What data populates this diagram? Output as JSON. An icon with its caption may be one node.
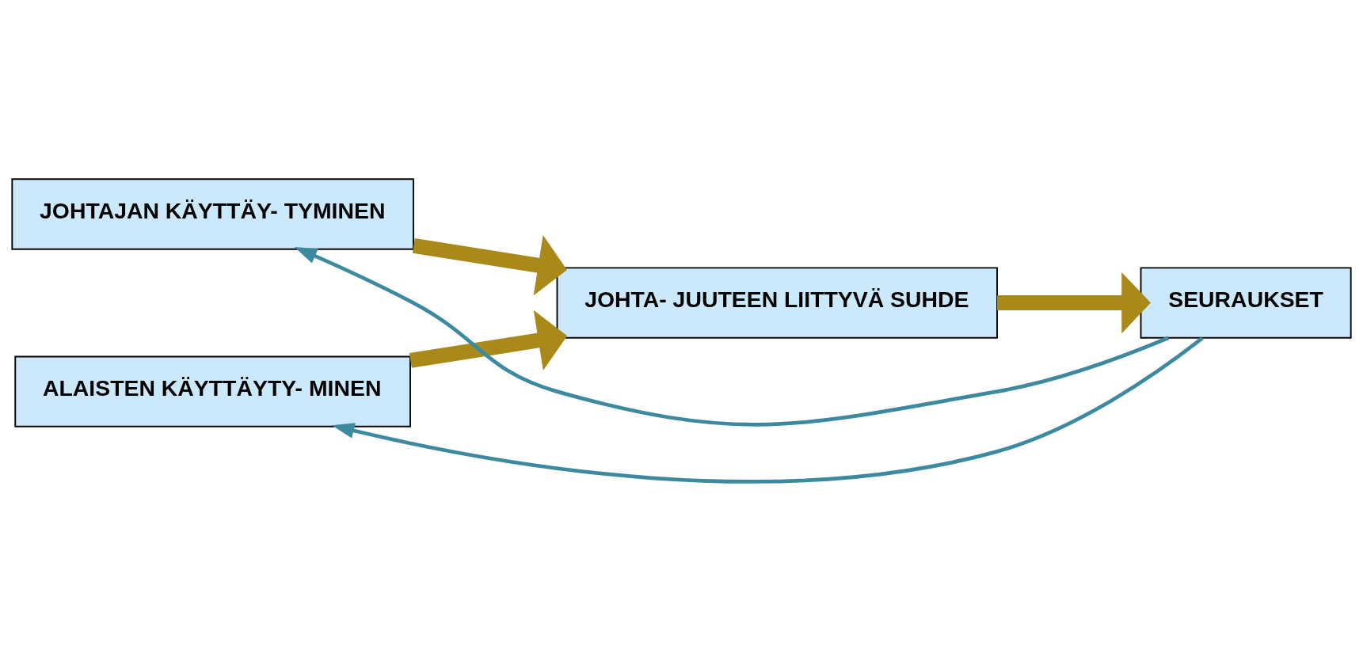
{
  "diagram": {
    "nodes": [
      {
        "text": [
          "JOHTAJAN KÄYTTÄY- TYMINEN"
        ]
      },
      {
        "text": [
          "JOHTA- JUUTEEN LIITTYVÄ SUHDE"
        ]
      },
      {
        "text": [
          "ALAISTEN KÄYTTÄYTY- MINEN"
        ]
      },
      {
        "text": [
          "SEURAUKSET"
        ]
      }
    ],
    "edges": [
      {
        "from": 0,
        "to": 1,
        "arrow": "to"
      },
      {
        "from": 2,
        "to": 1,
        "arrow": "to"
      },
      {
        "from": 1,
        "to": 3,
        "arrow": "to"
      },
      {
        "from": 3,
        "to": 0,
        "arrow": "to",
        "color": "#3d8aa0"
      },
      {
        "from": 3,
        "to": 2,
        "arrow": "to",
        "color": "#3d8aa0"
      }
    ]
  }
}
